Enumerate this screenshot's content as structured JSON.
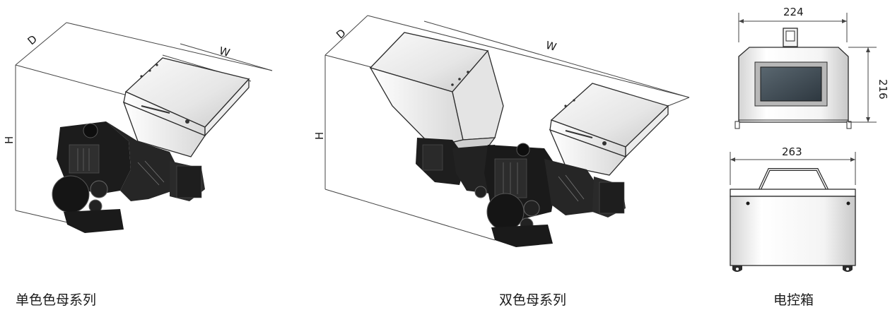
{
  "captions": {
    "single": "单色色母系列",
    "dual": "双色母系列",
    "control_box": "电控箱"
  },
  "single_dims": {
    "d": "D",
    "w": "W",
    "h": "H"
  },
  "dual_dims": {
    "d": "D",
    "w": "W",
    "h": "H"
  },
  "control_box_dims": {
    "front_width": "224",
    "front_height": "216",
    "top_width": "263"
  },
  "colors": {
    "machine_body": "#1c1c1c",
    "hopper": "#f2f2f2",
    "screen": "#3d4a55",
    "line": "#444444"
  }
}
